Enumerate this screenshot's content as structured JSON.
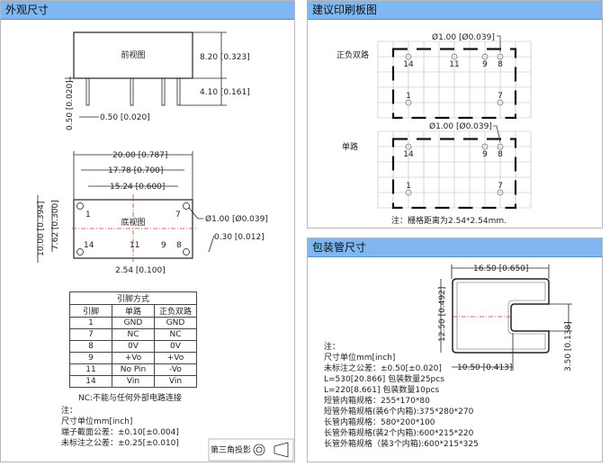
{
  "left": {
    "title": "外观尺寸",
    "front": {
      "label": "前视图",
      "h": "8.20 [0.323]",
      "pin_len": "4.10 [0.161]",
      "standoff": "0.50 [0.020]",
      "pin_w": "0.50 [0.020]"
    },
    "bottom": {
      "label": "底视图",
      "w20": "20.00 [0.787]",
      "w1778": "17.78 [0.700]",
      "w1524": "15.24 [0.600]",
      "h10": "10.00 [0.394]",
      "h762": "7.62 [0.300]",
      "hole": "Ø1.00 [Ø0.039]",
      "pin": "0.30 [0.012]",
      "pitch": "2.54 [0.100]",
      "pins": [
        "1",
        "7",
        "14",
        "11",
        "9",
        "8"
      ]
    },
    "table": {
      "title": "引脚方式",
      "headers": [
        "引脚",
        "单路",
        "正负双路"
      ],
      "rows": [
        [
          "1",
          "GND",
          "GND"
        ],
        [
          "7",
          "NC",
          "NC"
        ],
        [
          "8",
          "0V",
          "0V"
        ],
        [
          "9",
          "+Vo",
          "+Vo"
        ],
        [
          "11",
          "No Pin",
          "-Vo"
        ],
        [
          "14",
          "Vin",
          "Vin"
        ]
      ]
    },
    "nc_note": "NC:不能与任何外部电路连接",
    "notes": [
      "注：",
      "尺寸单位mm[inch]",
      "端子截面公差：±0.10[±0.004]",
      "未标注之公差：±0.25[±0.010]"
    ],
    "projection": "第三角投影"
  },
  "pcb": {
    "title": "建议印刷板图",
    "dual_label": "正负双路",
    "single_label": "单路",
    "hole": "Ø1.00 [Ø0.039]",
    "dual_pins": [
      "14",
      "11",
      "9",
      "8",
      "1",
      "7"
    ],
    "single_pins": [
      "14",
      "9",
      "8",
      "1",
      "7"
    ],
    "note": "注：栅格距离为2.54*2.54mm."
  },
  "tube": {
    "title": "包装管尺寸",
    "w": "16.50 [0.650]",
    "h": "12.50 [0.492]",
    "slot": "3.50 [0.138]",
    "depth": "10.50 [0.413]",
    "notes": [
      "注：",
      "尺寸单位mm[inch]",
      "未标注之公差：±0.50[±0.020]",
      "L=530[20.866]    包装数量25pcs",
      "L=220[8.661]    包装数量10pcs",
      "短管内箱规格：255*170*80",
      "短管外箱规格(装6个内箱):375*280*270",
      "长管内箱规格：580*200*100",
      "长管外箱规格(装2个内箱):600*215*220",
      "长管外箱规格（装3个内箱):600*215*325"
    ]
  }
}
